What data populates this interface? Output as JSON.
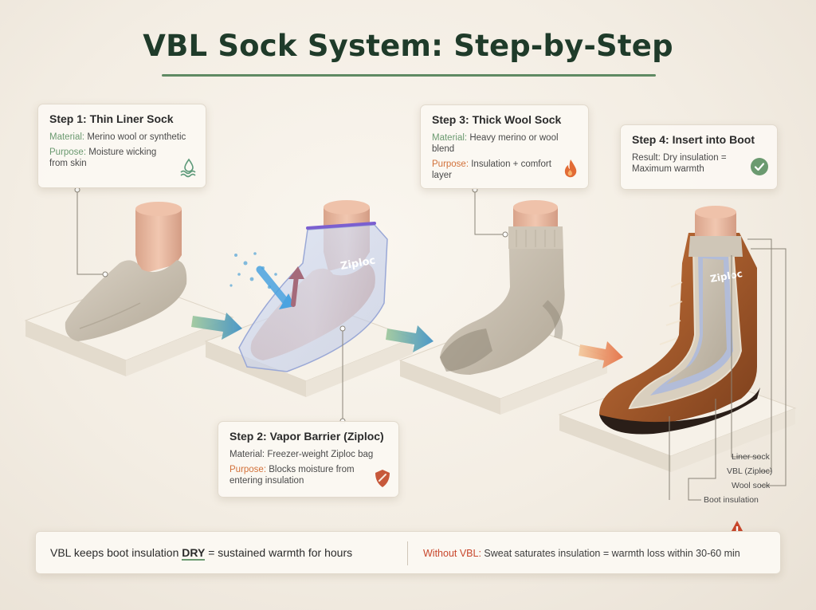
{
  "title": "VBL Sock System: Step-by-Step",
  "steps": [
    {
      "title": "Step 1: Thin Liner Sock",
      "material_key": "Material:",
      "material_val": "Merino wool or synthetic",
      "purpose_key": "Purpose:",
      "purpose_val": "Moisture wicking from skin",
      "icon": "water-wave-icon"
    },
    {
      "title": "Step 2: Vapor Barrier (Ziploc)",
      "material_key": "Material:",
      "material_val": "Freezer-weight Ziploc bag",
      "purpose_key": "Purpose:",
      "purpose_val": "Blocks moisture from entering insulation",
      "icon": "shield-icon"
    },
    {
      "title": "Step 3: Thick Wool Sock",
      "material_key": "Material:",
      "material_val": "Heavy merino or wool blend",
      "purpose_key": "Purpose:",
      "purpose_val": "Insulation + comfort layer",
      "icon": "flame-icon"
    },
    {
      "title": "Step 4: Insert into Boot",
      "result_key": "Result:",
      "result_val": "Dry insulation = Maximum warmth",
      "icon": "check-circle-icon"
    }
  ],
  "bag_label": "Ziploc",
  "layers": [
    "Liner sock",
    "VBL (Ziploc)",
    "Wool sock",
    "Boot insulation"
  ],
  "banner": {
    "left_pre": "VBL keeps boot insulation ",
    "left_em": "DRY",
    "left_post": " = sustained warmth for hours",
    "right_label": "Without VBL:",
    "right_text": " Sweat saturates insulation = warmth loss within 30-60 min",
    "warning_icon": "warning-icon"
  },
  "colors": {
    "green": "#6b9a70",
    "orange": "#d2713a",
    "title": "#1f3b2a",
    "warning": "#c8462b"
  }
}
